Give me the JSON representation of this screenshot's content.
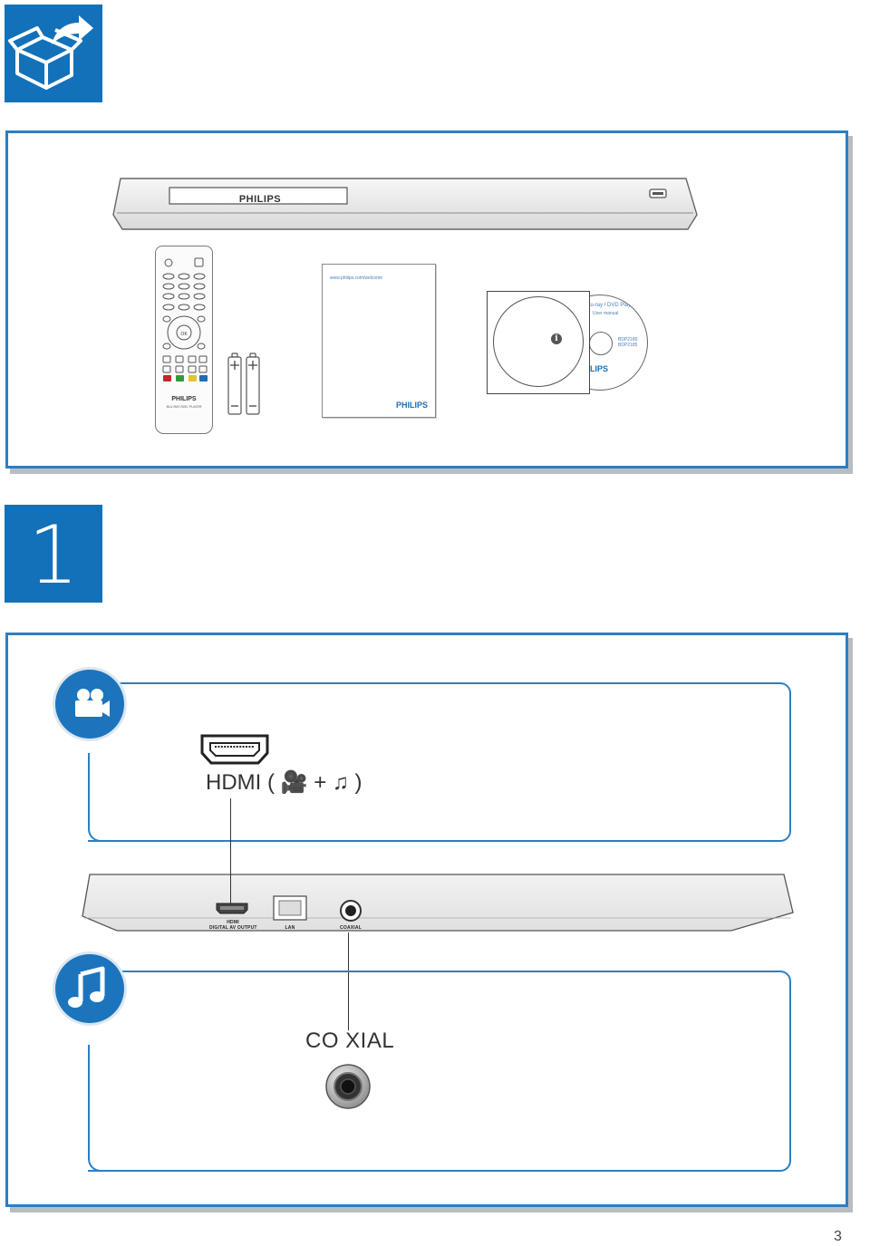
{
  "brand": "PHILIPS",
  "remote_caption": "BLU-RAY DISC PLAYER",
  "manual": {
    "url": "www.philips.com/welcome",
    "brand": "PHILIPS"
  },
  "cd": {
    "title": "Blu-ray / DVD Player",
    "subtitle": "User manual",
    "models": [
      "BDP2180",
      "BDP2185"
    ],
    "brand": "PHILIPS"
  },
  "step": {
    "number": "1"
  },
  "video_connection": {
    "label": "HDMI ( 🎥 + ♫ )"
  },
  "ports": {
    "hdmi_line1": "HDMI",
    "hdmi_line2": "DIGITAL AV OUTPUT",
    "lan": "LAN",
    "coaxial": "COAXIAL"
  },
  "audio_connection": {
    "label": "CO XIAL"
  },
  "page_number": "3",
  "colors": {
    "accent": "#1371b9",
    "panel_border": "#2a7fc4"
  },
  "icons": [
    "box-contents-icon",
    "video-camera-icon",
    "music-note-icon"
  ]
}
